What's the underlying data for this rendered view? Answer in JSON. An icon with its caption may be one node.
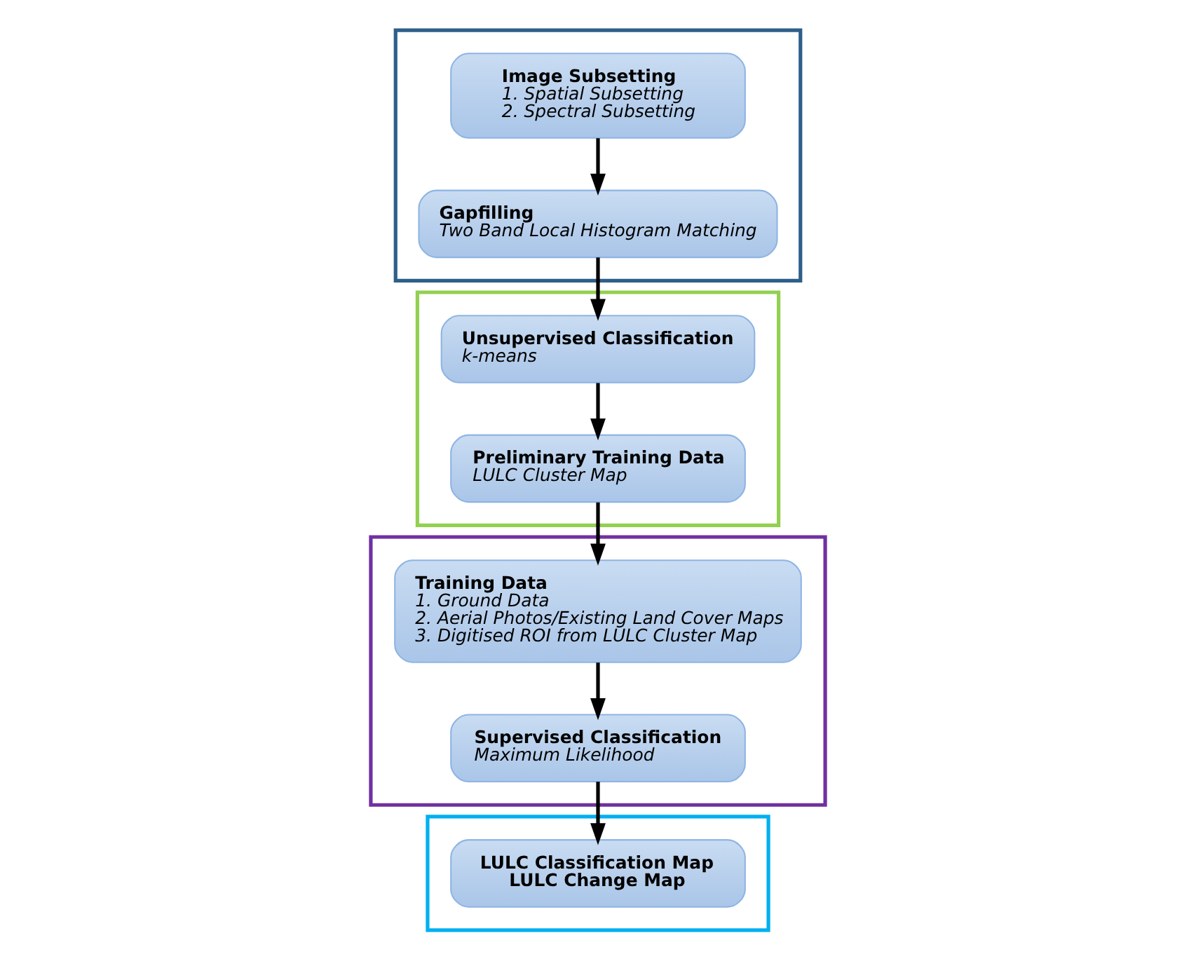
{
  "diagram": {
    "nodes": [
      {
        "text": [],
        "shape": "box"
      },
      {
        "text": [
          "Image Subsetting",
          "1. Spatial Subsetting",
          "2. Spectral Subsetting"
        ],
        "in": 0
      },
      {
        "text": [
          "Gapfilling",
          "Two Band Local Histogram Matching"
        ],
        "in": 0
      },
      {
        "text": [],
        "shape": "box"
      },
      {
        "text": [
          "Unsupervised Classification",
          "k-means"
        ],
        "in": 3
      },
      {
        "text": [
          "Preliminary Training Data",
          "LULC Cluster Map"
        ],
        "in": 3
      },
      {
        "text": [],
        "shape": "box"
      },
      {
        "text": [
          "Training Data",
          "1. Ground Data",
          "2. Aerial Photos/Existing Land Cover Maps",
          "3. Digitised ROI from LULC Cluster Map"
        ],
        "in": 6
      },
      {
        "text": [
          "Supervised Classification",
          "Maximum Likelihood"
        ],
        "in": 6
      },
      {
        "text": [],
        "shape": "box"
      },
      {
        "text": [
          "LULC Classification Map",
          "LULC Change Map"
        ],
        "in": 9
      }
    ],
    "edges": [
      {
        "from": 1,
        "to": 2,
        "arrow": "to"
      },
      {
        "from": 2,
        "to": 4,
        "arrow": "to"
      },
      {
        "from": 4,
        "to": 5,
        "arrow": "to"
      },
      {
        "from": 5,
        "to": 7,
        "arrow": "to"
      },
      {
        "from": 7,
        "to": 8,
        "arrow": "to"
      },
      {
        "from": 8,
        "to": 10,
        "arrow": "to"
      }
    ]
  }
}
